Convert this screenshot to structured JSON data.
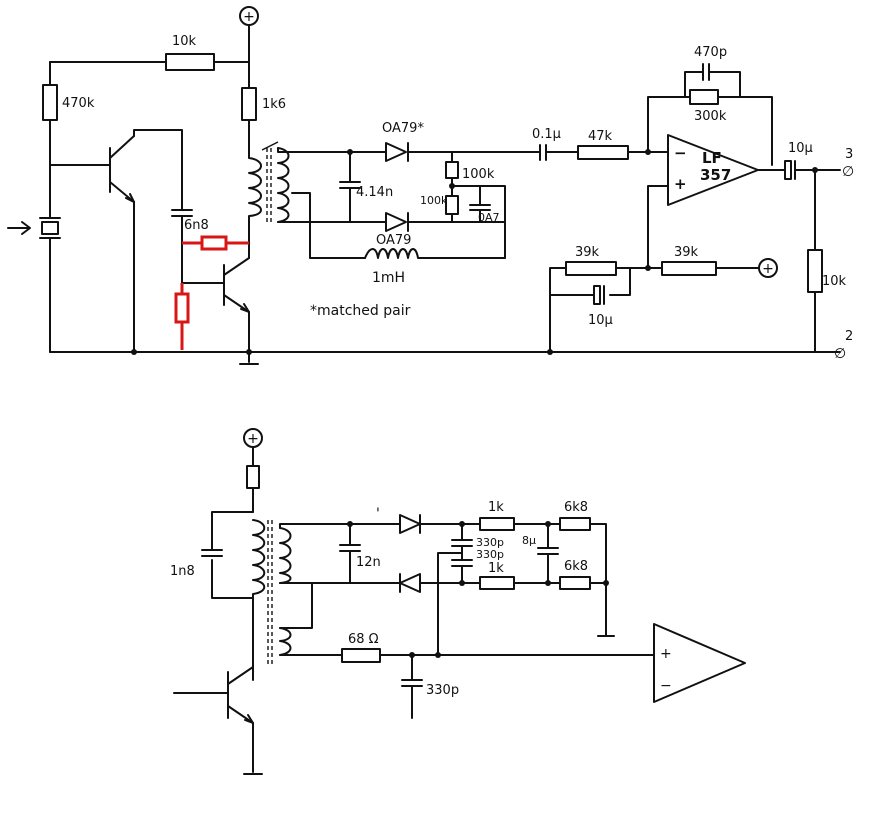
{
  "top_circuit": {
    "supply_symbol": "+",
    "r_10k_top": "10k",
    "r_470k": "470k",
    "r_1k6": "1k6",
    "c_6n8": "6n8",
    "diode_upper": "OA79*",
    "diode_lower": "OA79",
    "c_4_14n": "4.14n",
    "r_100k_a": "100k",
    "r_100k_b": "100k",
    "c_0a7": "0A7",
    "inductor": "1mH",
    "matched_pair_note": "*matched pair",
    "c_0_1u": "0.1µ",
    "r_47k": "47k",
    "c_470p": "470p",
    "r_300k": "300k",
    "opamp_line1": "LF",
    "opamp_line2": "357",
    "opamp_minus": "−",
    "opamp_plus": "+",
    "c_10u_out": "10µ",
    "r_39k_left": "39k",
    "r_39k_right": "39k",
    "c_10u_bias": "10µ",
    "bias_supply": "+",
    "r_10k_out": "10k",
    "terminal_3": "3",
    "terminal_2": "2",
    "terminal_mark": "∅"
  },
  "bottom_circuit": {
    "supply_symbol": "+",
    "c_1n8": "1n8",
    "c_12n": "12n",
    "r_1k_top": "1k",
    "r_1k_bottom": "1k",
    "c_330p_a": "330p",
    "c_330p_b": "330p",
    "c_8u": "8µ",
    "r_6k8_top": "6k8",
    "r_6k8_bottom": "6k8",
    "r_68": "68 Ω",
    "c_330p_c": "330p",
    "opamp_plus": "+",
    "opamp_minus": "−"
  },
  "colors": {
    "ink": "#111111",
    "highlight": "#d81616",
    "background": "#ffffff"
  }
}
